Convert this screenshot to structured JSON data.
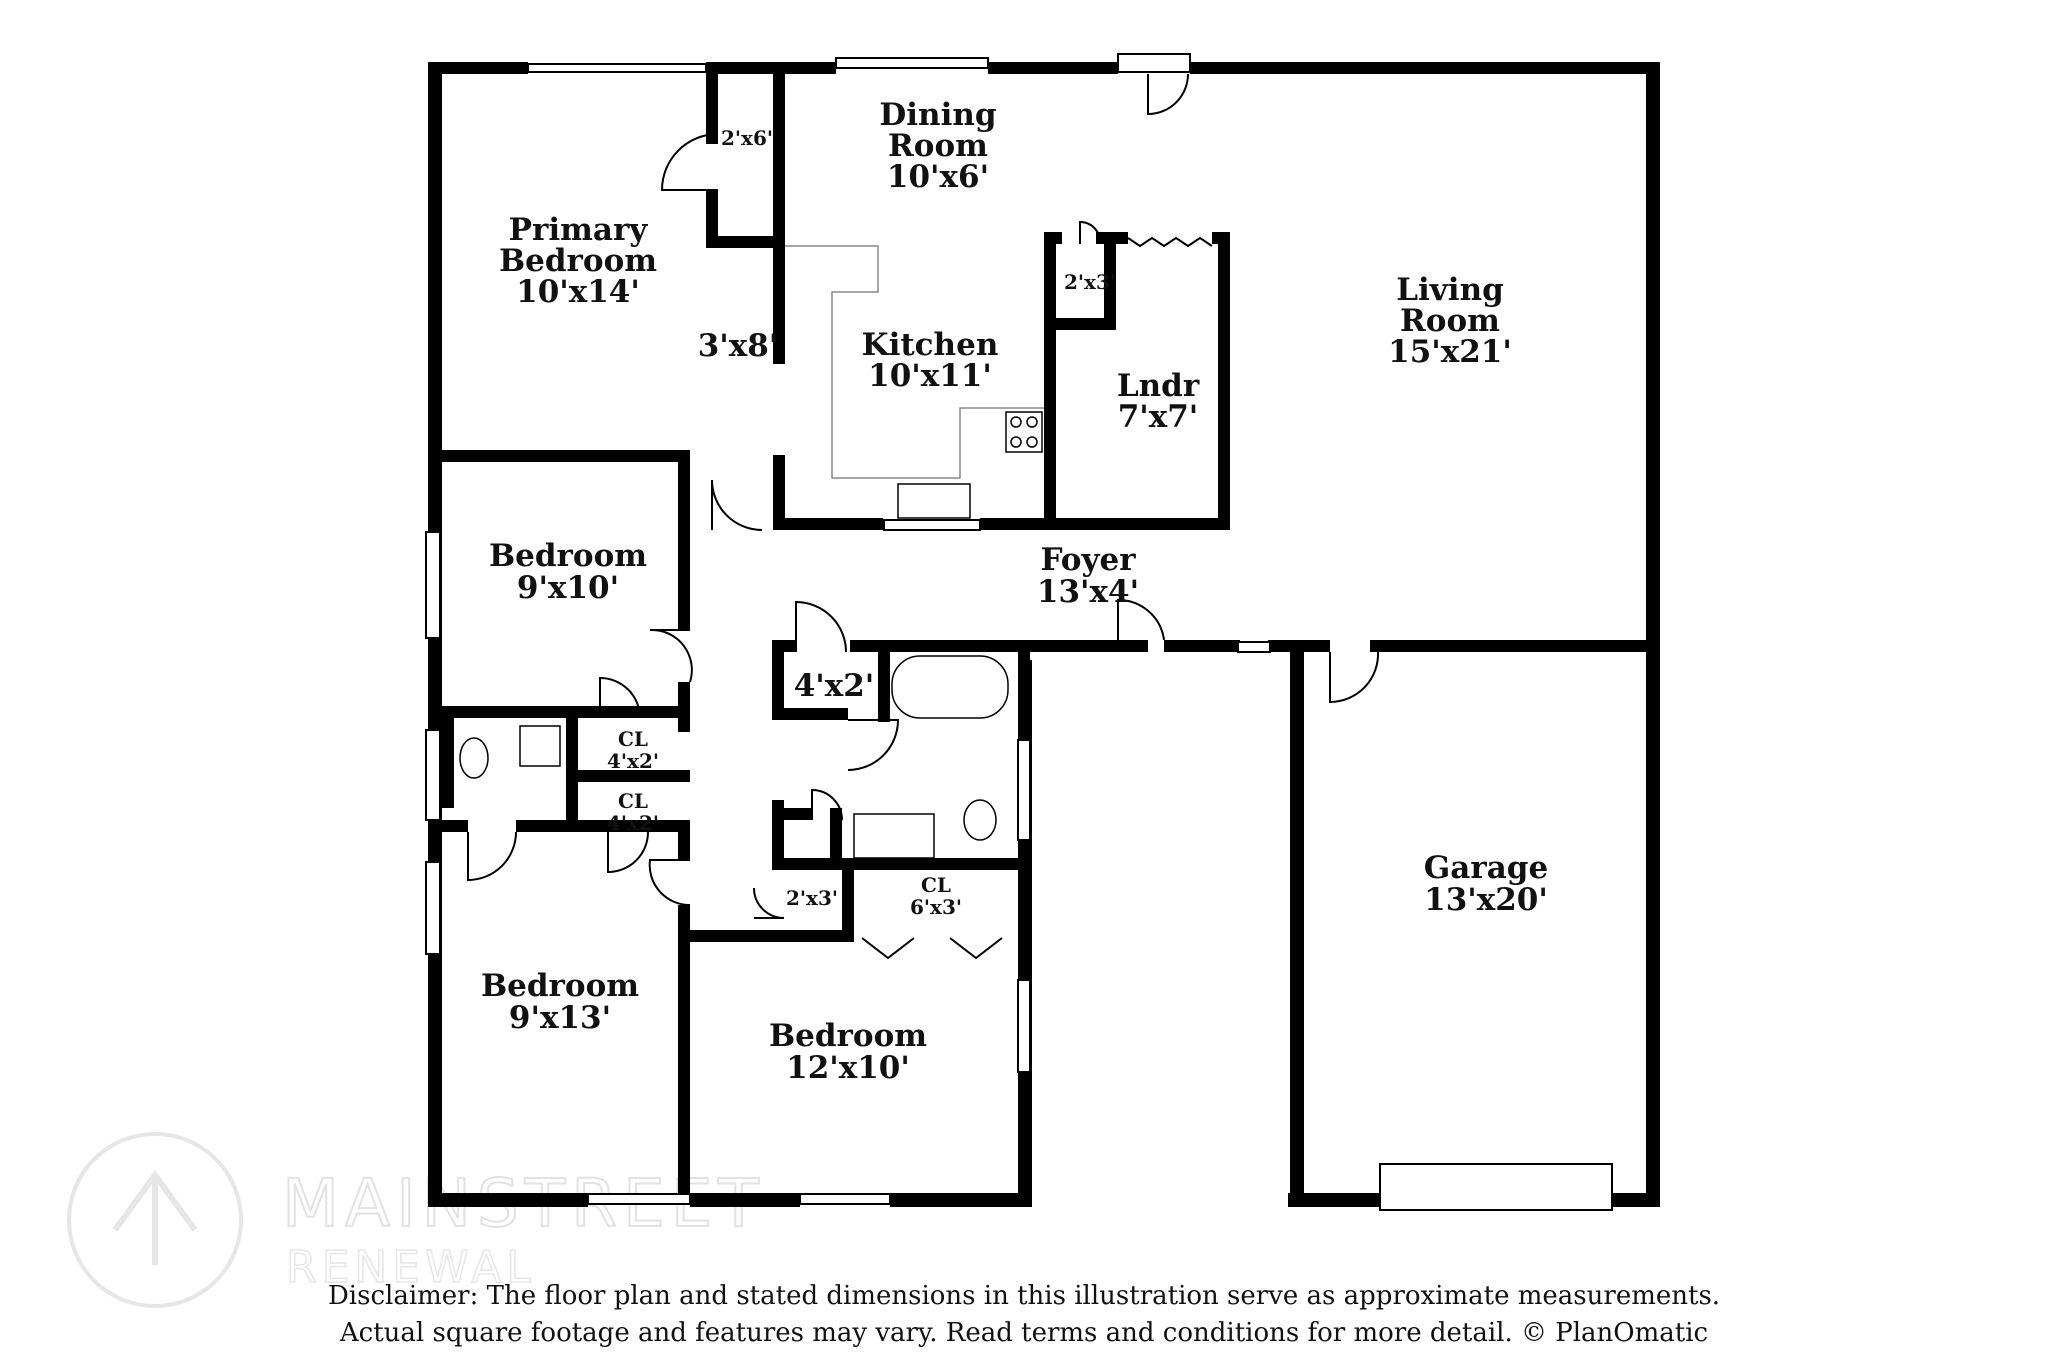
{
  "rooms": {
    "primary_bedroom": {
      "name_line1": "Primary",
      "name_line2": "Bedroom",
      "dims": "10'x14'"
    },
    "closet_2x6": {
      "dims": "2'x6'"
    },
    "hall_3x8": {
      "dims": "3'x8'"
    },
    "dining_room": {
      "name_line1": "Dining",
      "name_line2": "Room",
      "dims": "10'x6'"
    },
    "kitchen": {
      "name": "Kitchen",
      "dims": "10'x11'"
    },
    "closet_2x3_laundry": {
      "dims": "2'x3'"
    },
    "laundry": {
      "name": "Lndr",
      "dims": "7'x7'"
    },
    "living_room": {
      "name_line1": "Living",
      "name_line2": "Room",
      "dims": "15'x21'"
    },
    "bedroom_9x10": {
      "name": "Bedroom",
      "dims": "9'x10'"
    },
    "foyer": {
      "name": "Foyer",
      "dims": "13'x4'"
    },
    "closet_4x2_hall": {
      "dims": "4'x2'"
    },
    "closet_cl_upper": {
      "name": "CL",
      "dims": "4'x2'"
    },
    "closet_cl_lower": {
      "name": "CL",
      "dims": "4'x2'"
    },
    "closet_2x3_hall": {
      "dims": "2'x3'"
    },
    "closet_cl_6x3": {
      "name": "CL",
      "dims": "6'x3'"
    },
    "bedroom_9x13": {
      "name": "Bedroom",
      "dims": "9'x13'"
    },
    "bedroom_12x10": {
      "name": "Bedroom",
      "dims": "12'x10'"
    },
    "garage": {
      "name": "Garage",
      "dims": "13'x20'"
    }
  },
  "watermark": {
    "line1": "MAINSTREET",
    "line2": "RENEWAL"
  },
  "disclaimer": {
    "line1": "Disclaimer: The floor plan and stated dimensions in this illustration serve as approximate measurements.",
    "line2": "Actual square footage and features may vary. Read terms and conditions for more detail. © PlanOmatic"
  },
  "colors": {
    "wall": "#000000",
    "background": "#ffffff",
    "watermark": "#e2e2e2"
  }
}
